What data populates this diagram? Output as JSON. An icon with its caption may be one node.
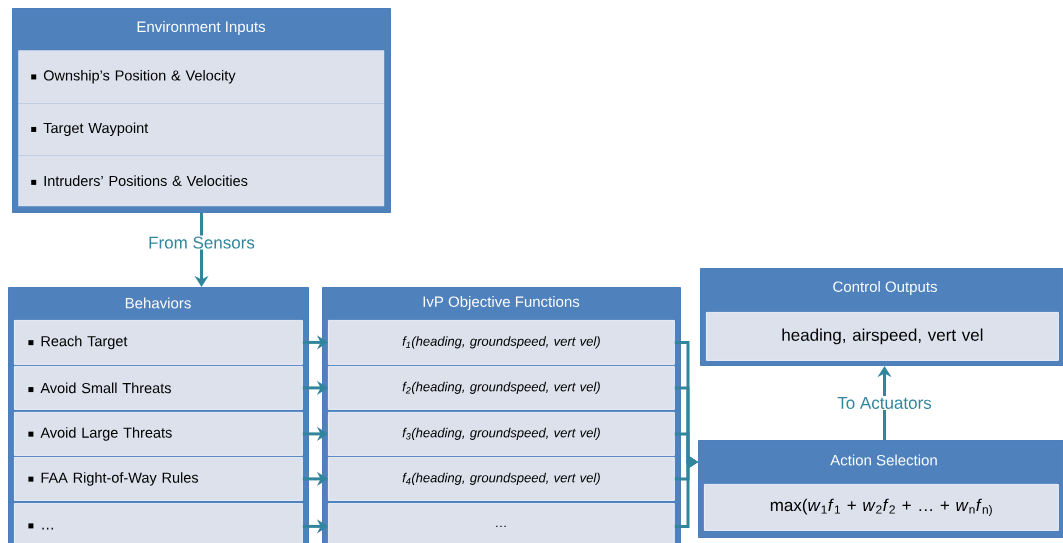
{
  "diagram": {
    "nodes": [
      {
        "text": [
          "Environment Inputs"
        ]
      },
      {
        "text": [
          "Ownship’s Position & Velocity"
        ],
        "in": 0
      },
      {
        "text": [
          "Target Waypoint"
        ],
        "in": 0
      },
      {
        "text": [
          "Intruders’ Positions & Velocities"
        ],
        "in": 0
      },
      {
        "text": [
          "Behaviors"
        ]
      },
      {
        "text": [
          "Reach Target"
        ],
        "in": 4
      },
      {
        "text": [
          "Avoid Small Threats"
        ],
        "in": 4
      },
      {
        "text": [
          "Avoid Large Threats"
        ],
        "in": 4
      },
      {
        "text": [
          "FAA Right-of-Way Rules"
        ],
        "in": 4
      },
      {
        "text": [
          "…"
        ],
        "in": 4
      },
      {
        "text": [
          "IvP Objective Functions"
        ]
      },
      {
        "text": [
          "f$_{1}$(heading, groundspeed, vert vel)"
        ],
        "in": 10
      },
      {
        "text": [
          "f$_{2}$(heading, groundspeed, vert vel)"
        ],
        "in": 10
      },
      {
        "text": [
          "f$_{3}$(heading, groundspeed, vert vel)"
        ],
        "in": 10
      },
      {
        "text": [
          "f$_{4}$(heading, groundspeed, vert vel)"
        ],
        "in": 10
      },
      {
        "text": [
          "…"
        ],
        "in": 10
      },
      {
        "text": [
          "Control Outputs"
        ]
      },
      {
        "text": [
          "heading, airspeed, vert vel"
        ],
        "in": 16
      },
      {
        "text": [
          "Action Selection"
        ]
      },
      {
        "text": [
          "max(*w*$_{1}$*f*$_{1}$ + *w*$_{2}$*f*$_{2}$ + … + *w*$_{n}$*f*$_{n)}$"
        ],
        "in": 18
      }
    ],
    "edges": [
      {
        "from": 0,
        "to": 4,
        "arrow": "to",
        "label": "From Sensors"
      },
      {
        "from": 5,
        "to": 11,
        "arrow": "to"
      },
      {
        "from": 6,
        "to": 12,
        "arrow": "to"
      },
      {
        "from": 7,
        "to": 13,
        "arrow": "to"
      },
      {
        "from": 8,
        "to": 14,
        "arrow": "to"
      },
      {
        "from": 9,
        "to": 15,
        "arrow": "to"
      },
      {
        "from": 11,
        "to": 18,
        "arrow": "to"
      },
      {
        "from": 12,
        "to": 18,
        "arrow": "to"
      },
      {
        "from": 13,
        "to": 18,
        "arrow": "to"
      },
      {
        "from": 14,
        "to": 18,
        "arrow": "to"
      },
      {
        "from": 15,
        "to": 18,
        "arrow": "to"
      },
      {
        "from": 18,
        "to": 16,
        "arrow": "to",
        "label": "To Actuators"
      }
    ]
  }
}
